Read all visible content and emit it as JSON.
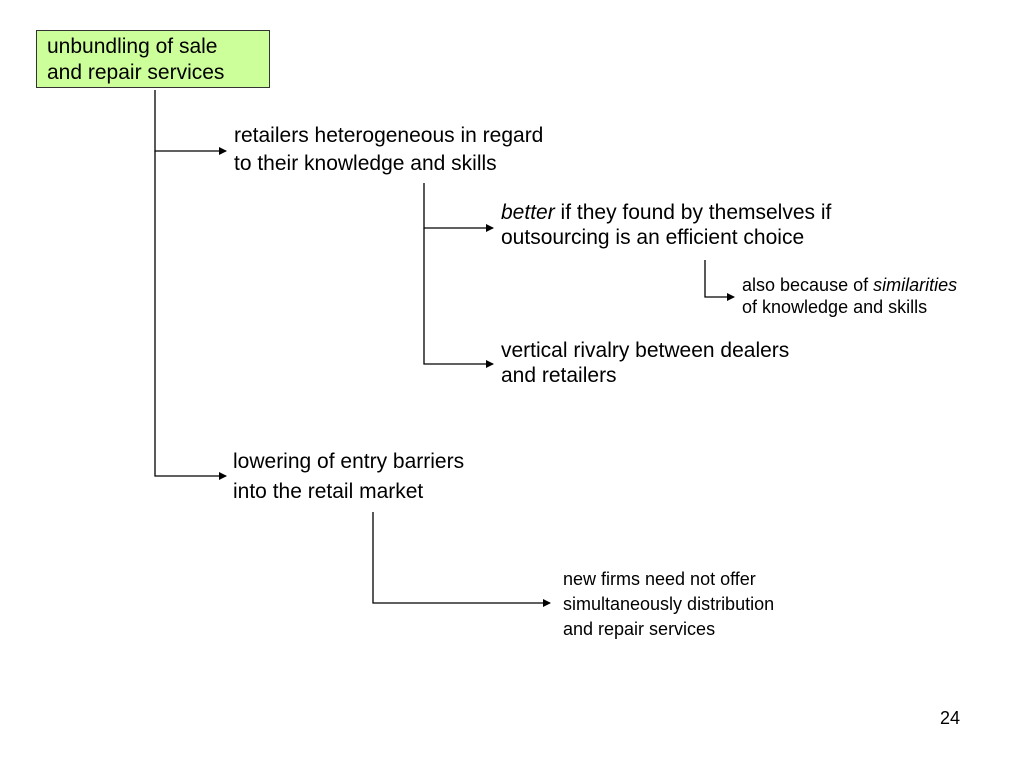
{
  "root": {
    "line1": "unbundling of sale",
    "line2": "and repair services"
  },
  "retailers": {
    "line1": "retailers heterogeneous in regard",
    "line2": "to their knowledge and skills"
  },
  "better": {
    "emphasis": "better",
    "rest": " if they found by themselves if",
    "line2": "outsourcing is an efficient choice"
  },
  "similarities": {
    "prefix": "also because of ",
    "emphasis": "similarities",
    "line2": "of knowledge and skills"
  },
  "rivalry": {
    "line1": "vertical rivalry between dealers",
    "line2": "and retailers"
  },
  "entry": {
    "line1": "lowering of entry barriers",
    "line2": "into the retail market"
  },
  "newfirms": {
    "line1": "new firms need not offer",
    "line2": "simultaneously distribution",
    "line3": "and repair services"
  },
  "page_number": "24",
  "colors": {
    "root_fill": "#ccff99",
    "line": "#000000"
  }
}
